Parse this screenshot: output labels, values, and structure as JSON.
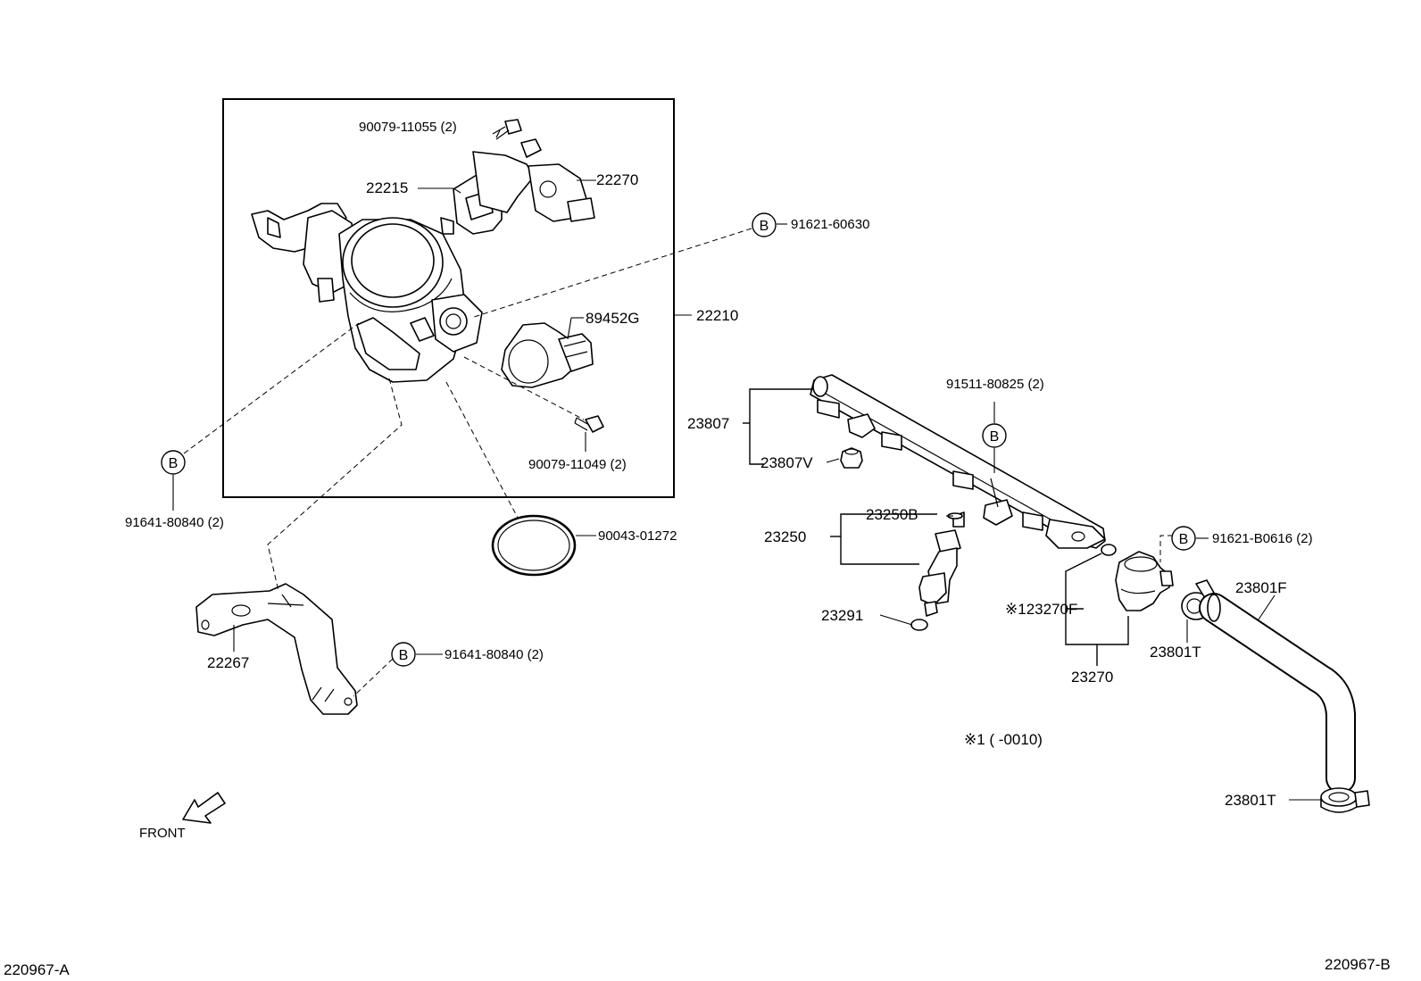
{
  "labels": {
    "bolt_top": "90079-11055 (2)",
    "gasket": "22215",
    "isc_valve": "22270",
    "ref_b_top": "91621-60630",
    "sensor": "89452G",
    "throttle_body": "22210",
    "bolt_sensor": "90079-11049 (2)",
    "ref_b_left": "91641-80840 (2)",
    "o_ring": "90043-01272",
    "bracket": "22267",
    "ref_b_bracket": "91641-80840 (2)",
    "delivery_pipe": "23807",
    "delivery_pipe_v": "23807V",
    "ref_b_pipe": "91511-80825 (2)",
    "injector_assy": "23250",
    "injector_b": "23250B",
    "injector_seal": "23291",
    "ref_b_regulator": "91621-B0616 (2)",
    "regulator_f": "※123270F",
    "regulator": "23270",
    "hose": "23801F",
    "clip_upper": "23801T",
    "clip_lower": "23801T",
    "note": "※1 (        -0010)",
    "front": "FRONT",
    "ref_code_left": "220967-A",
    "ref_code_right": "220967-B",
    "b_marker": "B"
  }
}
